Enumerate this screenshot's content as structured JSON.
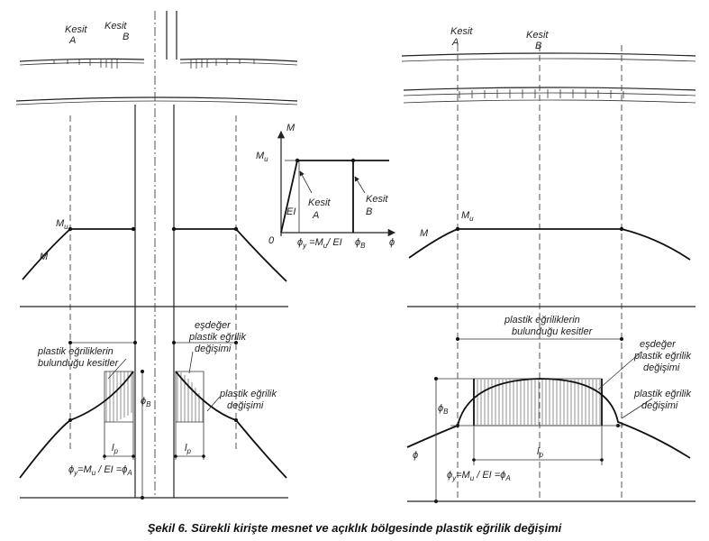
{
  "caption": "Şekil 6. Sürekli kirişte mesnet ve açıklık bölgesinde plastik eğrilik değişimi",
  "left": {
    "kesit_a": [
      "Kesit",
      "A"
    ],
    "kesit_b": [
      "Kesit",
      "B"
    ],
    "mu": "M",
    "mu_sub": "u",
    "m": "M",
    "plastic_sections": [
      "plastik eğriliklerin",
      "bulunduğu kesitler"
    ],
    "equivalent": [
      "eşdeğer",
      "plastik eğrilik",
      "değişimi"
    ],
    "variation": [
      "plastik eğrilik",
      "değişimi"
    ],
    "phi_b": "ϕ",
    "phi_b_sub": "B",
    "lp": "l",
    "lp_sub": "p",
    "phi_y_eq": "ϕ",
    "phi_y_sub": "y",
    "phi_y_rest": "=M",
    "phi_y_rest_sub": "u",
    "phi_y_end": " / EI =ϕ",
    "phi_y_end_sub": "A"
  },
  "middle": {
    "m_axis": "M",
    "mu": "M",
    "mu_sub": "u",
    "kesit_a": [
      "Kesit",
      "A"
    ],
    "kesit_b": [
      "Kesit",
      "B"
    ],
    "ei": "EI",
    "origin": "0",
    "phi_y": "ϕ",
    "phi_y_sub": "y",
    "phi_y_mid": " =M",
    "phi_y_mid_sub": "u",
    "phi_y_end": "/ EI",
    "phi_b": "ϕ",
    "phi_b_sub": "B",
    "phi_axis": "ϕ"
  },
  "right": {
    "kesit_a": [
      "Kesit",
      "A"
    ],
    "kesit_b": [
      "Kesit",
      "B"
    ],
    "m": "M",
    "mu": "M",
    "mu_sub": "u",
    "plastic_sections": [
      "plastik eğriliklerin",
      "bulunduğu kesitler"
    ],
    "equivalent": [
      "eşdeğer",
      "plastik eğrilik",
      "değişimi"
    ],
    "variation": [
      "plastik eğrilik",
      "değişimi"
    ],
    "phi_b": "ϕ",
    "phi_b_sub": "B",
    "phi": "ϕ",
    "lp": "l",
    "lp_sub": "p",
    "phi_y_eq": "ϕ",
    "phi_y_sub": "y",
    "phi_y_rest": "=M",
    "phi_y_rest_sub": "u",
    "phi_y_end": " / EI =ϕ",
    "phi_y_end_sub": "A"
  }
}
